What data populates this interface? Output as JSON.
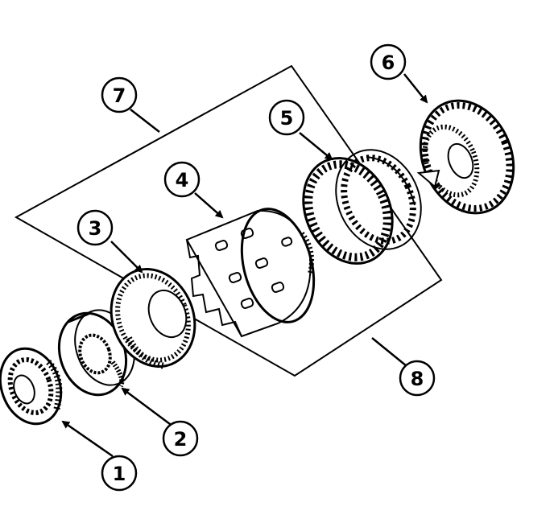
{
  "diagram": {
    "callouts": [
      {
        "id": "1",
        "label": "1",
        "part": "sun-gear"
      },
      {
        "id": "2",
        "label": "2",
        "part": "planet-carrier"
      },
      {
        "id": "3",
        "label": "3",
        "part": "ring-gear"
      },
      {
        "id": "4",
        "label": "4",
        "part": "clutch-hub"
      },
      {
        "id": "5",
        "label": "5",
        "part": "clutch-drum"
      },
      {
        "id": "6",
        "label": "6",
        "part": "output-gear"
      },
      {
        "id": "7",
        "label": "7",
        "part": "group-bracket"
      },
      {
        "id": "8",
        "label": "8",
        "part": "group-bracket"
      }
    ],
    "colors": {
      "ink": "#000000",
      "paper": "#ffffff"
    }
  }
}
